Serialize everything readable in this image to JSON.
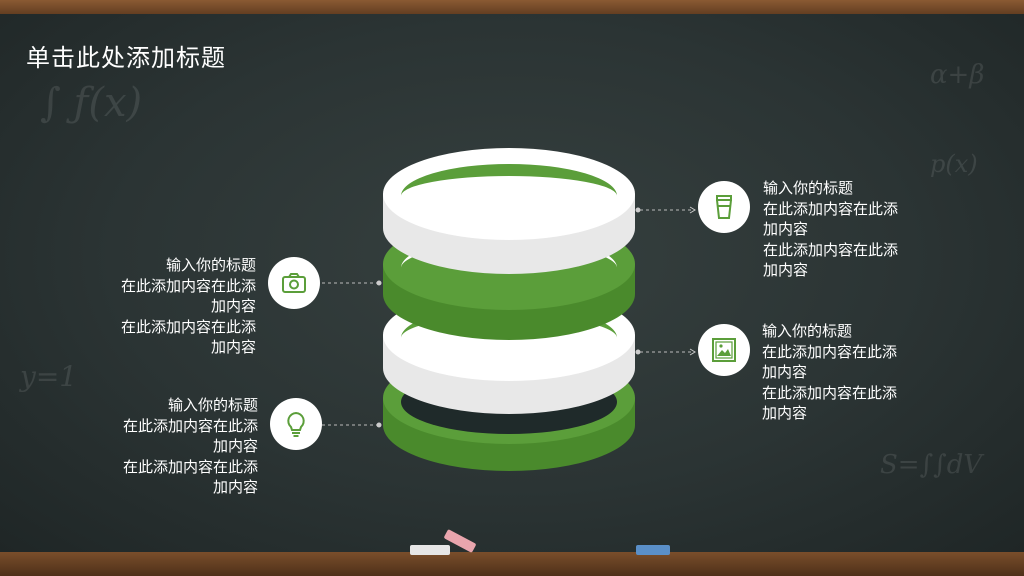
{
  "title": "单击此处添加标题",
  "colors": {
    "accent": "#5b9e3a",
    "ring_light": "#ffffff",
    "board": "#2b3434"
  },
  "blocks": [
    {
      "icon": "camera-icon",
      "heading": "输入你的标题",
      "body1a": "在此添加内容在此添",
      "body1b": "加内容",
      "body2a": "在此添加内容在此添",
      "body2b": "加内容"
    },
    {
      "icon": "lightbulb-icon",
      "heading": "输入你的标题",
      "body1a": "在此添加内容在此添",
      "body1b": "加内容",
      "body2a": "在此添加内容在此添",
      "body2b": "加内容"
    },
    {
      "icon": "cup-icon",
      "heading": "输入你的标题",
      "body1a": "在此添加内容在此添",
      "body1b": "加内容",
      "body2a": "在此添加内容在此添",
      "body2b": "加内容"
    },
    {
      "icon": "image-icon",
      "heading": "输入你的标题",
      "body1a": "在此添加内容在此添",
      "body1b": "加内容",
      "body2a": "在此添加内容在此添",
      "body2b": "加内容"
    }
  ]
}
